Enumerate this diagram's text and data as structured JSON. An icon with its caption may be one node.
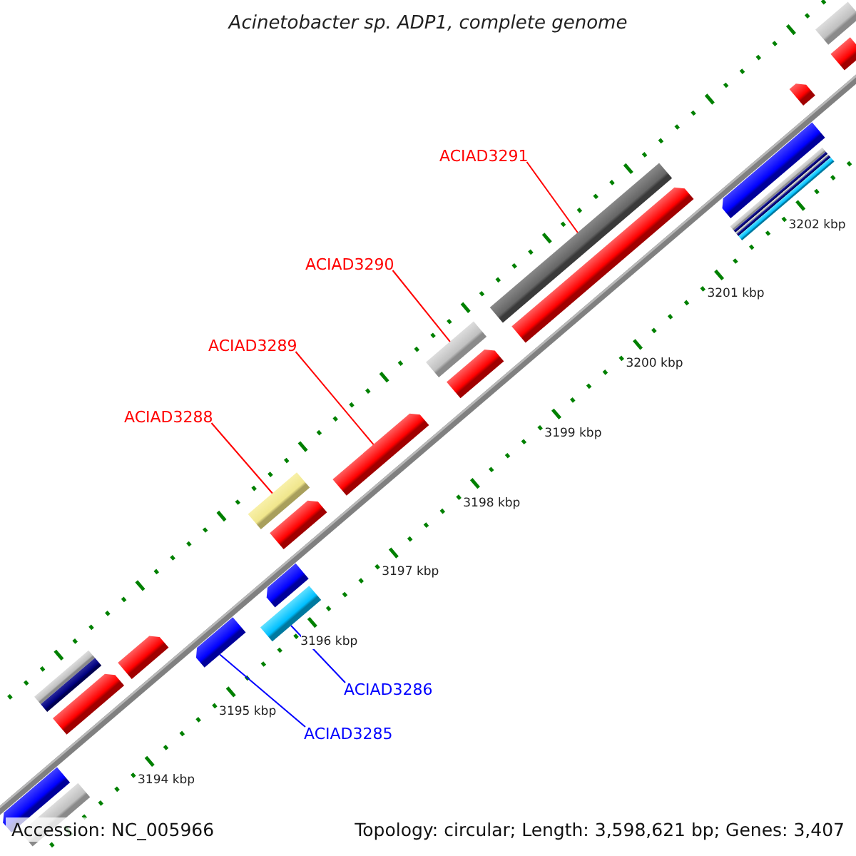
{
  "diagram": {
    "title": "Acinetobacter sp. ADP1, complete genome",
    "nodes": [
      {
        "text": [
          "ACIAD3291"
        ]
      },
      {
        "text": [
          "ACIAD3290"
        ]
      },
      {
        "text": [
          "ACIAD3289"
        ]
      },
      {
        "text": [
          "ACIAD3288"
        ]
      },
      {
        "text": [
          "ACIAD3286"
        ]
      },
      {
        "text": [
          "ACIAD3285"
        ]
      },
      {
        "text": [],
        "shape": "arrow"
      },
      {
        "text": [],
        "shape": "bar"
      },
      {
        "text": [],
        "shape": "bar"
      },
      {
        "text": [],
        "shape": "arrow"
      },
      {
        "text": [],
        "shape": "arrow"
      },
      {
        "text": [],
        "shape": "arrow"
      },
      {
        "text": [],
        "shape": "bar"
      },
      {
        "text": [],
        "shape": "arrow"
      },
      {
        "text": [],
        "shape": "bar"
      },
      {
        "text": [],
        "shape": "arrow"
      },
      {
        "text": [],
        "shape": "arrow"
      },
      {
        "text": [],
        "shape": "bar"
      },
      {
        "text": [],
        "shape": "arrow"
      },
      {
        "text": [],
        "shape": "bar"
      },
      {
        "text": [],
        "shape": "arrow"
      },
      {
        "text": [],
        "shape": "bar"
      },
      {
        "text": [],
        "shape": "arrow"
      },
      {
        "text": [],
        "shape": "arrow"
      },
      {
        "text": [],
        "shape": "bar"
      },
      {
        "text": [],
        "shape": "bar"
      }
    ],
    "edges": [
      {
        "from": 0,
        "to": 19,
        "arrow": "none"
      },
      {
        "from": 1,
        "to": 17,
        "arrow": "none"
      },
      {
        "from": 2,
        "to": 16,
        "arrow": "none"
      },
      {
        "from": 3,
        "to": 14,
        "arrow": "none"
      },
      {
        "from": 4,
        "to": 12,
        "arrow": "none",
        "color": "#0000ff"
      },
      {
        "from": 5,
        "to": 11,
        "arrow": "none",
        "color": "#0000ff"
      }
    ],
    "labels": [
      "3202 kbp",
      "3201 kbp",
      "3200 kbp",
      "3199 kbp",
      "3198 kbp",
      "3197 kbp",
      "3196 kbp",
      "3195 kbp",
      "3194 kbp",
      "Accession: NC_005966",
      "Topology: circular; Length: 3,598,621 bp; Genes: 3,407"
    ]
  }
}
